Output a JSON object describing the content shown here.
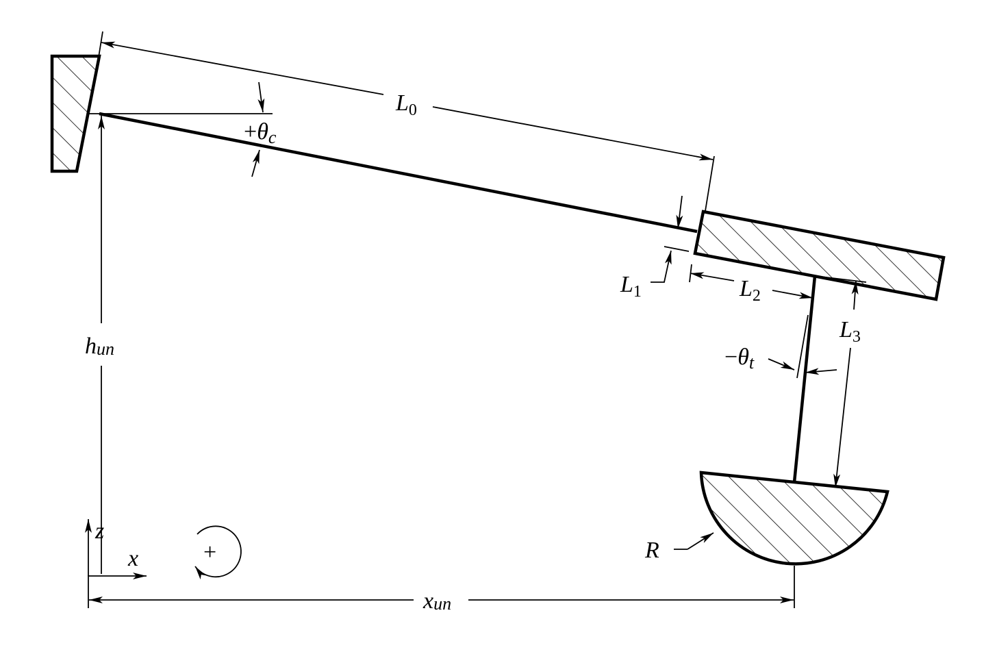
{
  "labels": {
    "L0": {
      "main": "L",
      "sub": "0"
    },
    "L1": {
      "main": "L",
      "sub": "1"
    },
    "L2": {
      "main": "L",
      "sub": "2"
    },
    "L3": {
      "main": "L",
      "sub": "3"
    },
    "theta_c": {
      "sign": "+",
      "main": "θ",
      "sub": "c"
    },
    "theta_t": {
      "sign": "−",
      "main": "θ",
      "sub": "t"
    },
    "h_un": {
      "main": "h",
      "sub": "un"
    },
    "x_un": {
      "main": "x",
      "sub": "un"
    },
    "R": "R",
    "z": "z",
    "x": "x",
    "rotation_sign": "+"
  },
  "colors": {
    "ink": "#000000",
    "background": "#ffffff"
  }
}
